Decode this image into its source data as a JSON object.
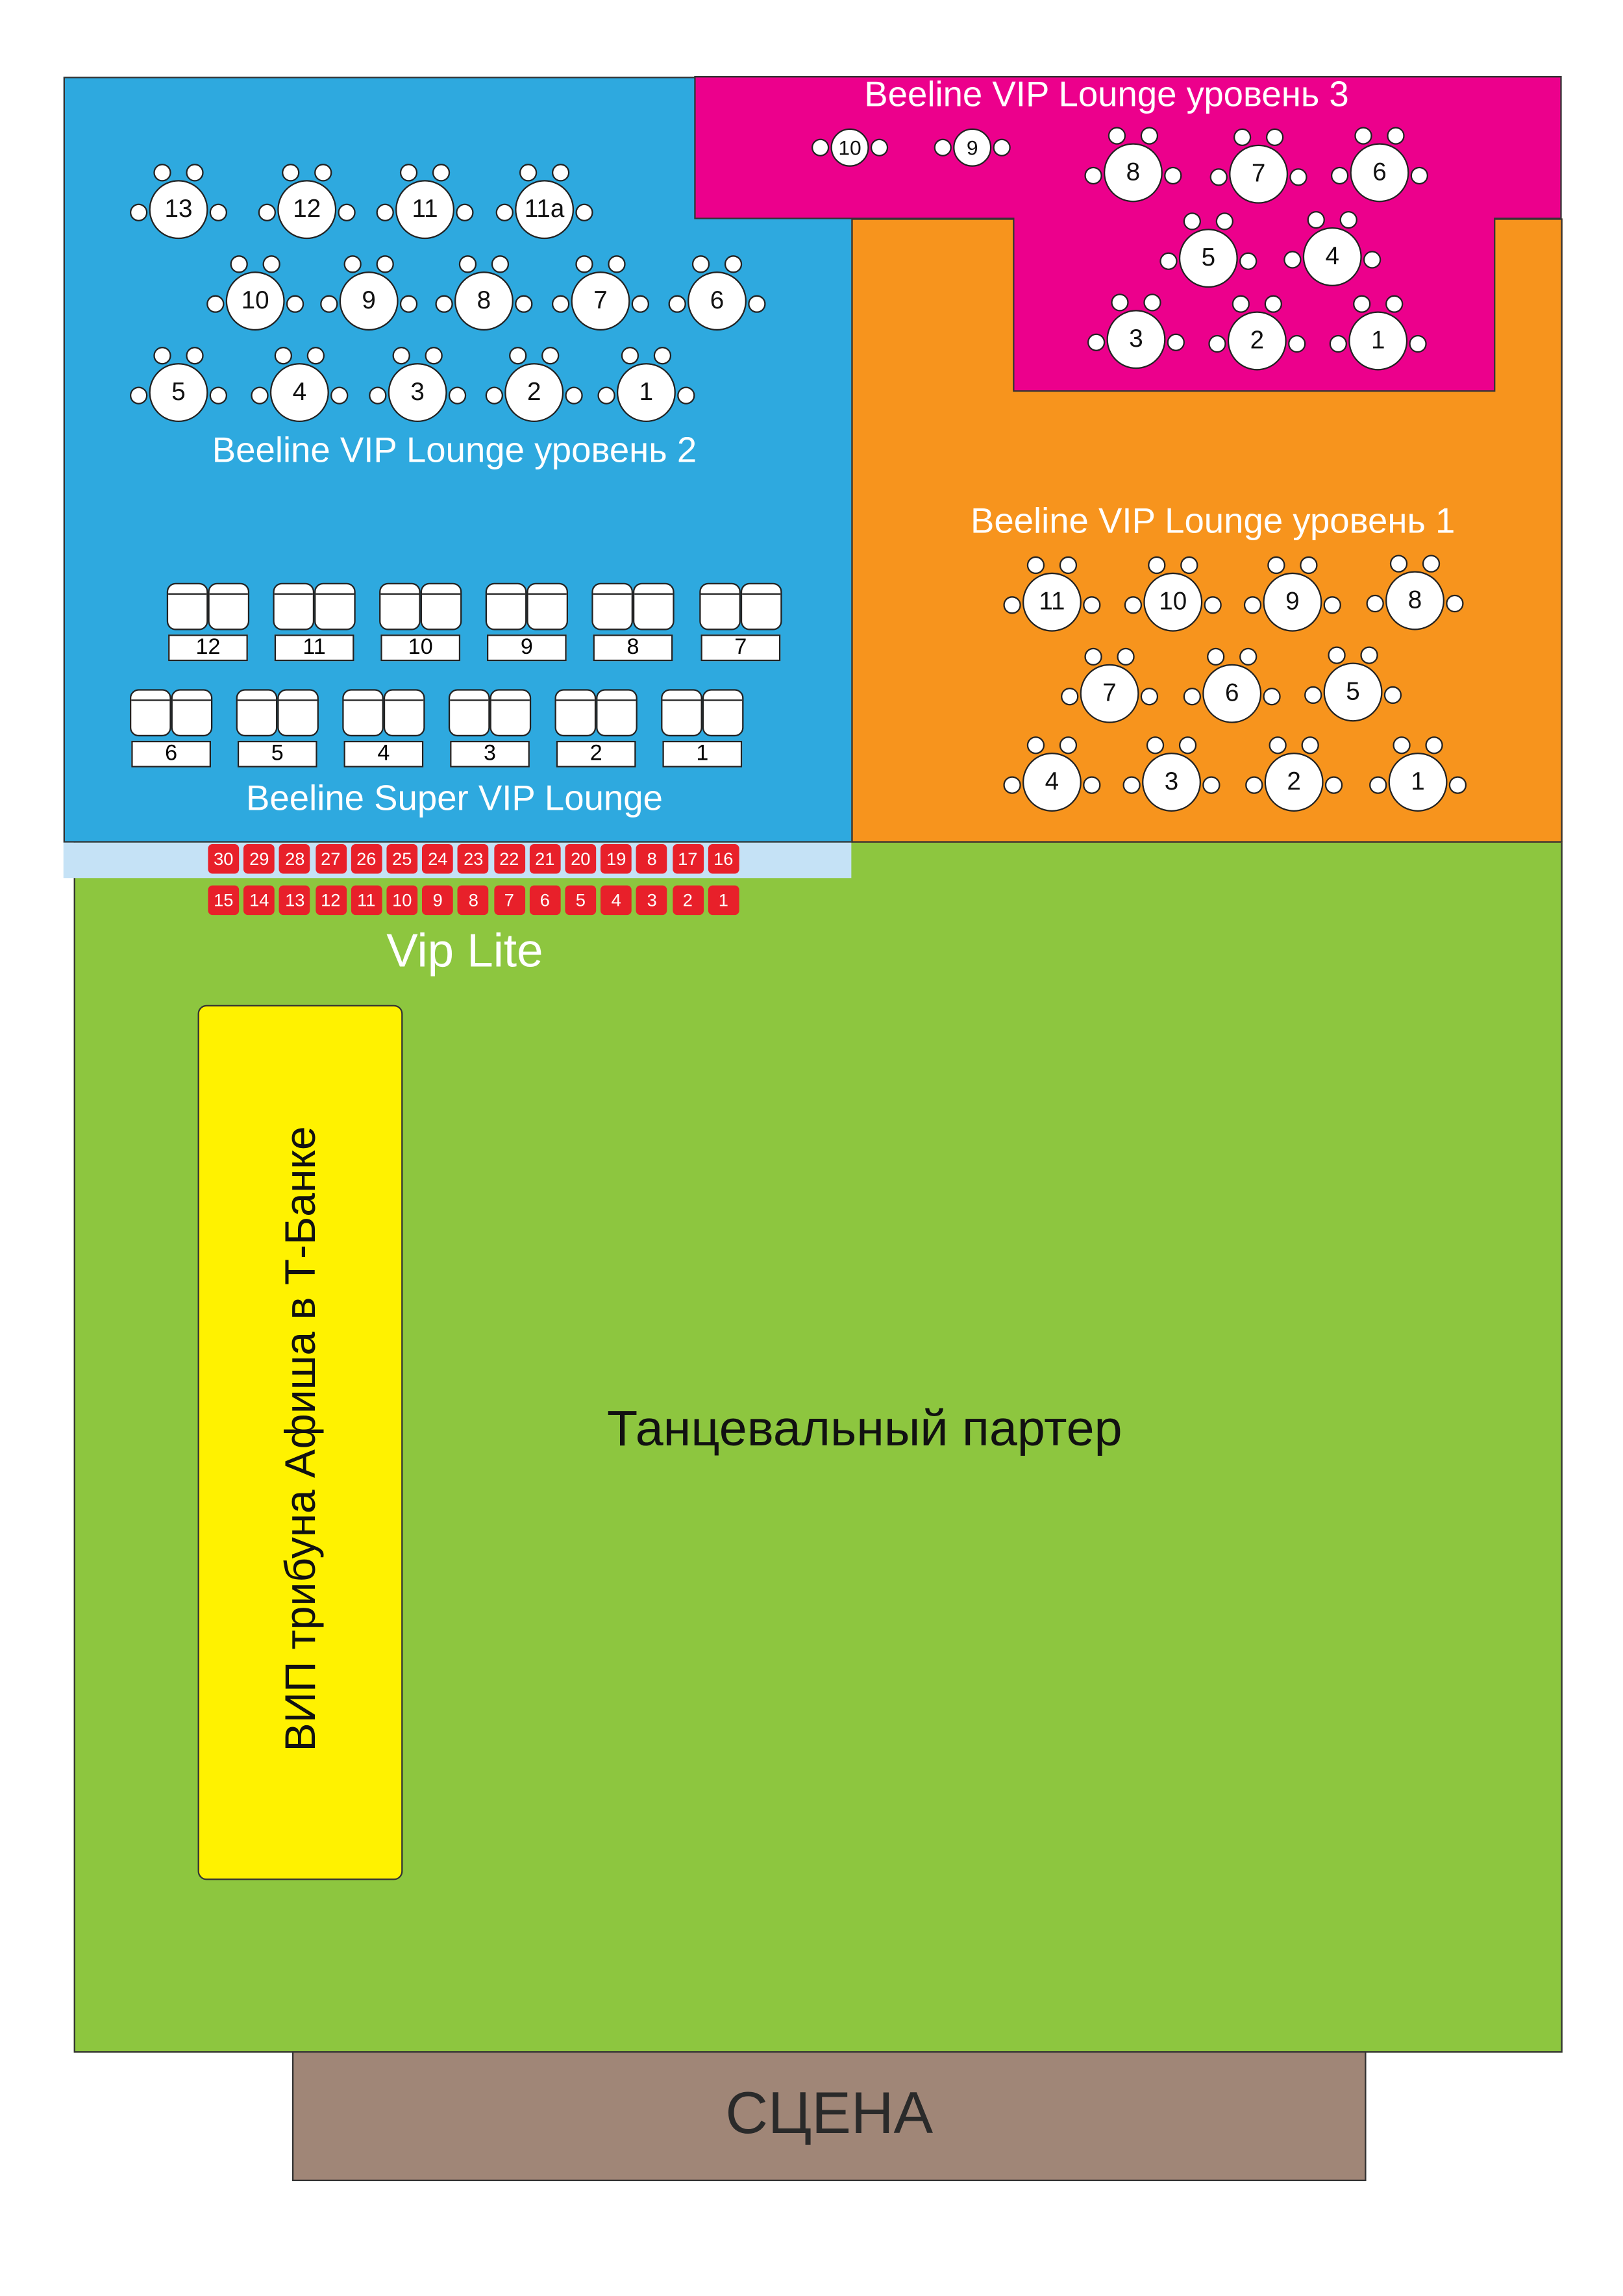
{
  "colors": {
    "lounge2": "#2ea9df",
    "lounge3": "#ec008c",
    "lounge1": "#f7941d",
    "vip_lite_strip": "#c5e2f6",
    "dance_floor": "#8dc63f",
    "tribune": "#fff200",
    "stage": "#a08677",
    "seat": "#e8202a"
  },
  "lounge3": {
    "title": "Beeline VIP Lounge уровень 3",
    "tables": [
      "10",
      "9",
      "8",
      "7",
      "6",
      "5",
      "4",
      "3",
      "2",
      "1"
    ]
  },
  "lounge2": {
    "title": "Beeline VIP Lounge уровень 2",
    "tables": [
      "13",
      "12",
      "11",
      "11a",
      "10",
      "9",
      "8",
      "7",
      "6",
      "5",
      "4",
      "3",
      "2",
      "1"
    ]
  },
  "lounge1": {
    "title": "Beeline VIP Lounge уровень 1",
    "tables": [
      "11",
      "10",
      "9",
      "8",
      "7",
      "6",
      "5",
      "4",
      "3",
      "2",
      "1"
    ]
  },
  "super_vip": {
    "title": "Beeline Super VIP Lounge",
    "sofas": [
      "12",
      "11",
      "10",
      "9",
      "8",
      "7",
      "6",
      "5",
      "4",
      "3",
      "2",
      "1"
    ]
  },
  "vip_lite": {
    "title": "Vip Lite",
    "row1": [
      "30",
      "29",
      "28",
      "27",
      "26",
      "25",
      "24",
      "23",
      "22",
      "21",
      "20",
      "19",
      "8",
      "17",
      "16"
    ],
    "row2": [
      "15",
      "14",
      "13",
      "12",
      "11",
      "10",
      "9",
      "8",
      "7",
      "6",
      "5",
      "4",
      "3",
      "2",
      "1"
    ]
  },
  "tribune": {
    "label": "ВИП трибуна Афиша в Т-Банке"
  },
  "dance_floor": {
    "label": "Танцевальный партер"
  },
  "stage": {
    "label": "СЦЕНА"
  }
}
